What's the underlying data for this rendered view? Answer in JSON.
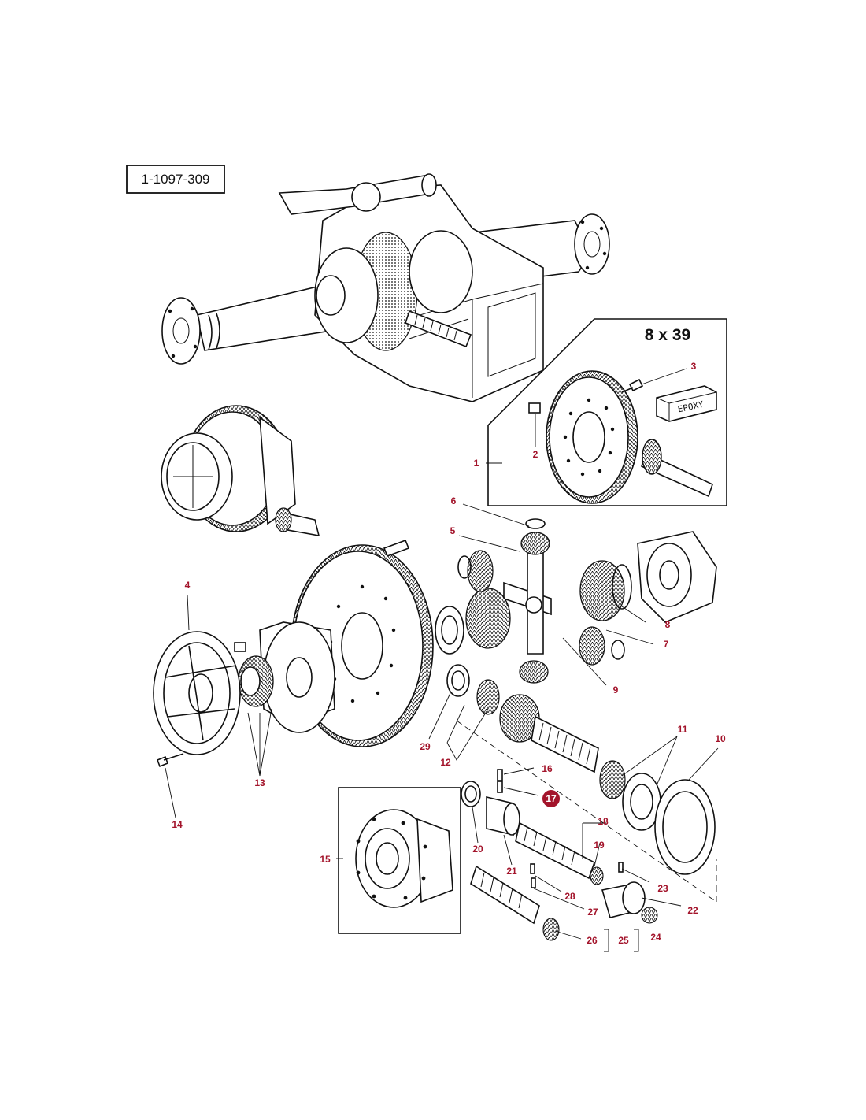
{
  "diagram": {
    "drawing_number": "1-1097-309",
    "kit_ratio_label": "8 x 39",
    "epoxy_label": "EPOXY",
    "highlighted_ref": "17",
    "refs": [
      "1",
      "2",
      "3",
      "4",
      "5",
      "6",
      "7",
      "8",
      "9",
      "10",
      "11",
      "12",
      "13",
      "14",
      "15",
      "16",
      "17",
      "18",
      "19",
      "20",
      "21",
      "22",
      "23",
      "24",
      "25",
      "26",
      "27",
      "28",
      "29"
    ],
    "colors": {
      "ref_text": "#a3142b",
      "highlight_fill": "#a3142b",
      "line": "#111111",
      "paper": "#ffffff"
    }
  }
}
